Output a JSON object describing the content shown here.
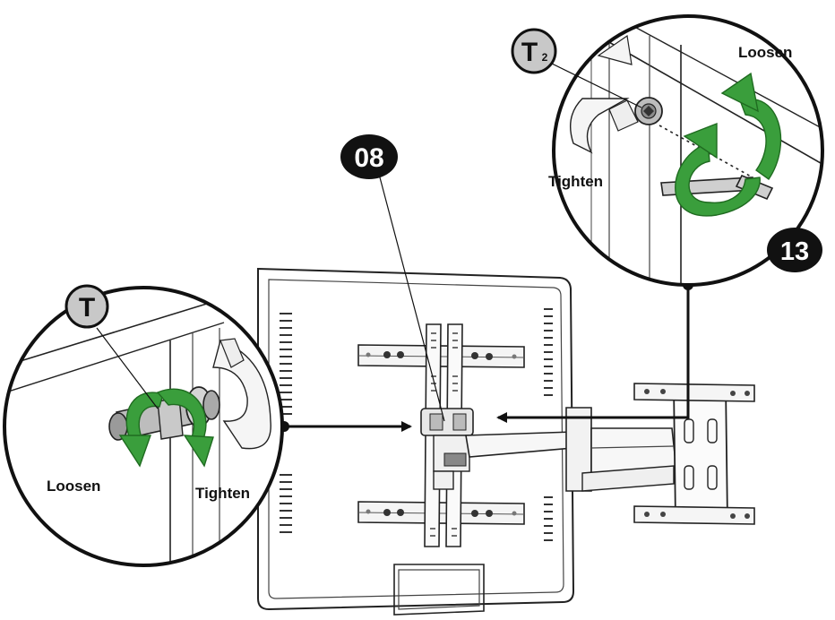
{
  "colors": {
    "arrow_green": "#3a9e3c",
    "arrow_green_light": "#6cc04a",
    "badge_black": "#111111",
    "badge_gray": "#c8c8c8",
    "line": "#222222"
  },
  "badges": {
    "b08": "08",
    "b13": "13",
    "t_main": "T",
    "t2_main": "T",
    "t2_sub": "2"
  },
  "labels": {
    "right_loosen": "Loosen",
    "right_tighten": "Tighten",
    "left_loosen": "Loosen",
    "left_tighten": "Tighten"
  },
  "icons": {
    "loosen_arrow": "counterclockwise-arrow-icon",
    "tighten_arrow": "clockwise-arrow-icon",
    "callout_arrow": "arrow-right-icon"
  }
}
